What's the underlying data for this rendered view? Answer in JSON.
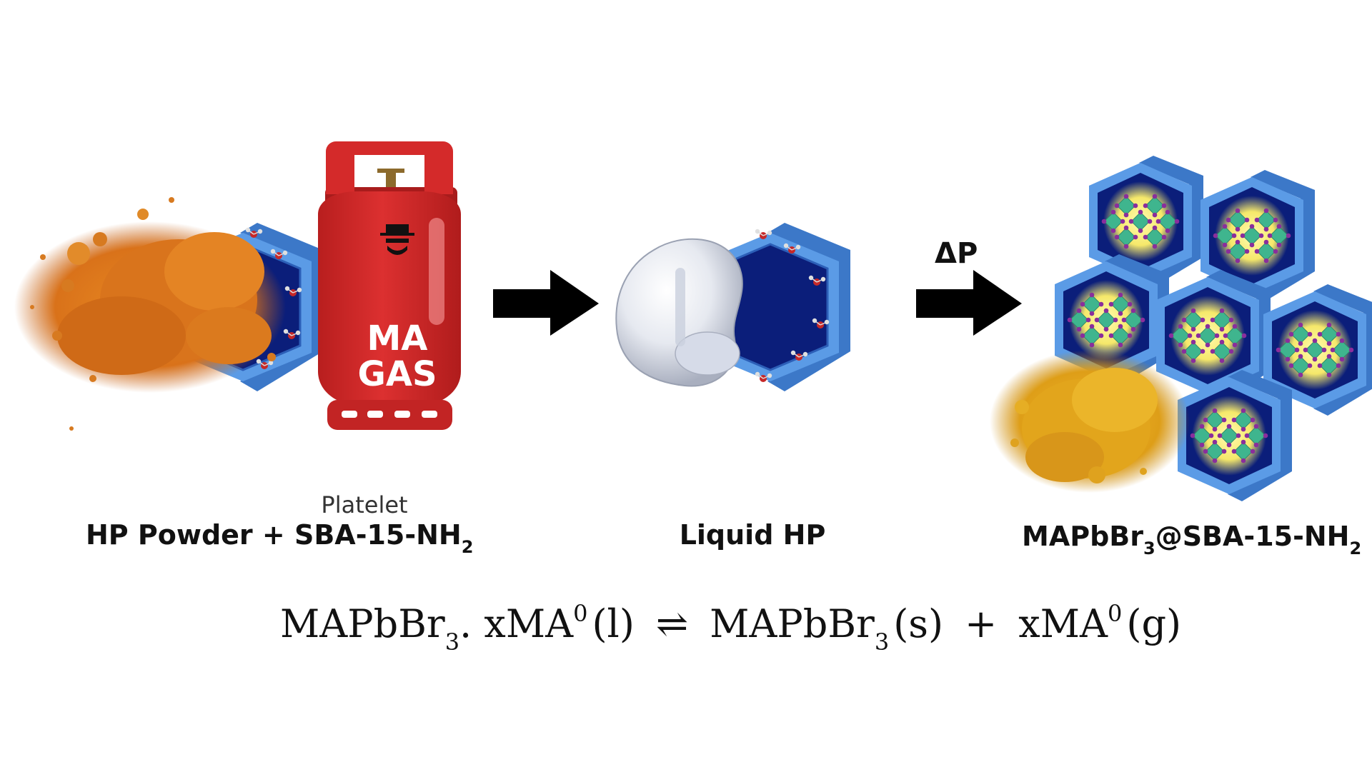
{
  "panel_left": {
    "tank_text_line1": "MA",
    "tank_text_line2": "GAS",
    "label_prefix": "HP Powder + ",
    "label_platelet": "Platelet",
    "label_support": "SBA-15-NH",
    "label_support_sub": "2"
  },
  "panel_middle": {
    "label": "Liquid HP"
  },
  "panel_right": {
    "arrow_label": "ΔP",
    "label_main": "MAPbBr",
    "label_main_sub": "3",
    "label_rest": "@SBA-15-NH",
    "label_rest_sub": "2"
  },
  "equation": {
    "reactant": "MAPbBr",
    "reactant_sub": "3",
    "reactant_adduct": ". xMA",
    "reactant_adduct_sup": "0",
    "reactant_phase": "(l)",
    "equilibrium_symbol": "⇌",
    "product1": "MAPbBr",
    "product1_sub": "3",
    "product1_phase": "(s)",
    "plus": "+",
    "product2": "xMA",
    "product2_sup": "0",
    "product2_phase": "(g)"
  },
  "colors": {
    "powder_orange": "#E07D1A",
    "powder_yellow": "#E3A91A",
    "tank_red": "#D42A2A",
    "hex_frame": "#5B9BE6",
    "hex_frame_dark": "#3C78C8",
    "hex_interior": "#0B1E7A",
    "arrow": "#000000",
    "crystal_green": "#3FB58E",
    "crystal_atom": "#8A2E9C"
  }
}
